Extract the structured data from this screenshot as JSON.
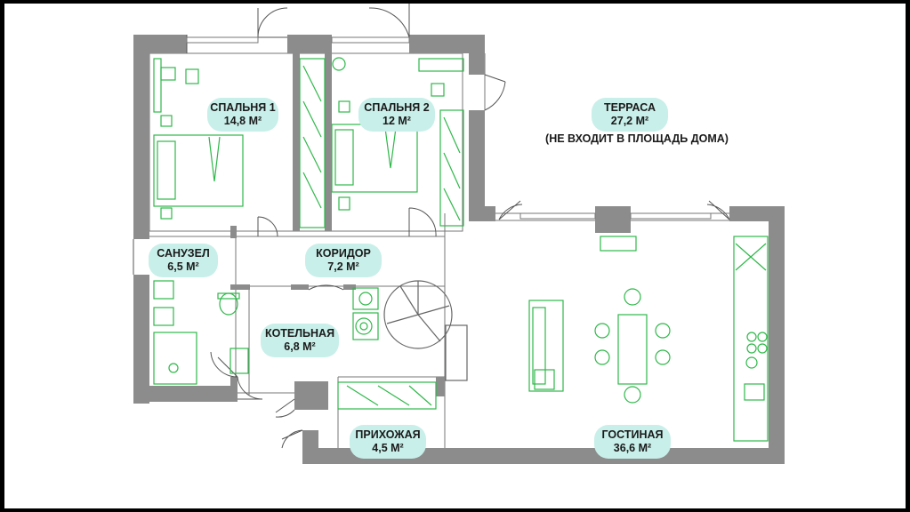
{
  "rooms": [
    {
      "id": "bedroom1",
      "name": "СПАЛЬНЯ 1",
      "area": "14,8 М²"
    },
    {
      "id": "bedroom2",
      "name": "СПАЛЬНЯ 2",
      "area": "12 М²"
    },
    {
      "id": "terrace",
      "name": "ТЕРРАСА",
      "area": "27,2 М²"
    },
    {
      "id": "bathroom",
      "name": "САНУЗЕЛ",
      "area": "6,5 М²"
    },
    {
      "id": "corridor",
      "name": "КОРИДОР",
      "area": "7,2 М²"
    },
    {
      "id": "boiler",
      "name": "КОТЕЛЬНАЯ",
      "area": "6,8 М²"
    },
    {
      "id": "hallway",
      "name": "ПРИХОЖАЯ",
      "area": "4,5 М²"
    },
    {
      "id": "living",
      "name": "ГОСТИНАЯ",
      "area": "36,6 М²"
    }
  ],
  "terrace_note": "(НЕ ВХОДИТ В ПЛОЩАДЬ ДОМА)",
  "colors": {
    "wall": "#8c8c8c",
    "furniture": "#2fb84a",
    "label_bg": "#c8efe9",
    "line": "#666666"
  }
}
